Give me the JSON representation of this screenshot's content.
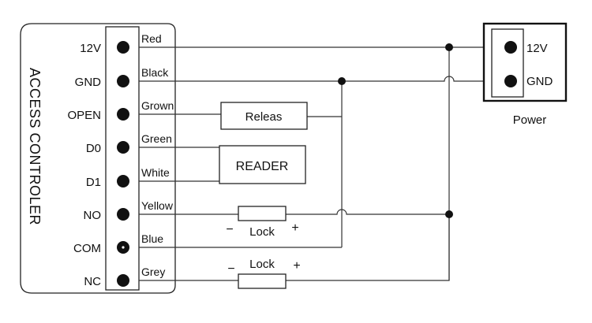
{
  "controller": {
    "title": "ACCESS CONTROLER",
    "pins": [
      {
        "label": "12V",
        "wire": "Red"
      },
      {
        "label": "GND",
        "wire": "Black"
      },
      {
        "label": "OPEN",
        "wire": "Grown"
      },
      {
        "label": "D0",
        "wire": "Green"
      },
      {
        "label": "D1",
        "wire": "White"
      },
      {
        "label": "NO",
        "wire": "Yellow"
      },
      {
        "label": "COM",
        "wire": "Blue"
      },
      {
        "label": "NC",
        "wire": "Grey"
      }
    ]
  },
  "components": {
    "release": "Releas",
    "reader": "READER",
    "lock1": {
      "label": "Lock",
      "minus": "−",
      "plus": "+"
    },
    "lock2": {
      "label": "Lock",
      "minus": "−",
      "plus": "+"
    }
  },
  "power": {
    "title": "Power",
    "pins": [
      "12V",
      "GND"
    ]
  }
}
